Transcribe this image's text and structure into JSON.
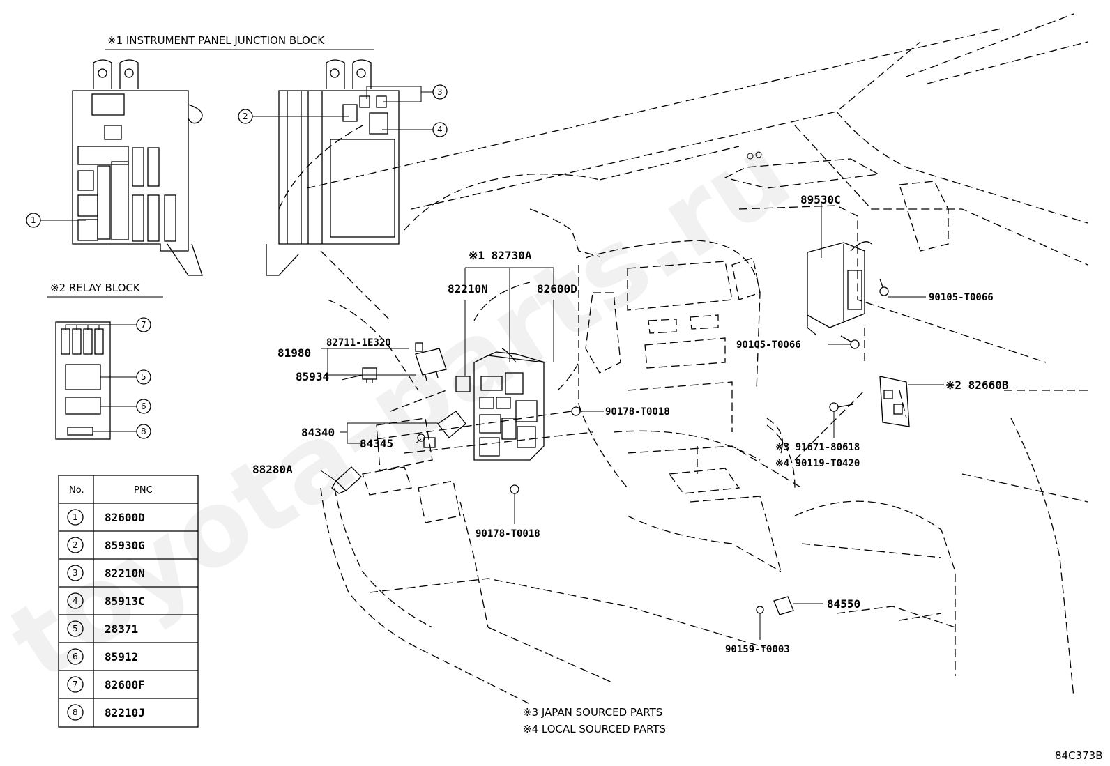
{
  "headers": {
    "junction_block": "※1 INSTRUMENT PANEL JUNCTION BLOCK",
    "relay_block": "※2 RELAY BLOCK"
  },
  "callouts": [
    "1",
    "2",
    "3",
    "4",
    "5",
    "6",
    "7",
    "8"
  ],
  "labels": {
    "p82730a": "※1 82730A",
    "p82210n": "82210N",
    "p82600d": "82600D",
    "p82711": "82711-1E320",
    "p81980": "81980",
    "p85934": "85934",
    "p84340": "84340",
    "p84345": "84345",
    "p88280a": "88280A",
    "p90178a": "90178-T0018",
    "p90178b": "90178-T0018",
    "p89530c": "89530C",
    "p90105a": "90105-T0066",
    "p90105b": "90105-T0066",
    "p82660b": "※2 82660B",
    "p91671": "※3 91671-80618",
    "p90119": "※4 90119-T0420",
    "p84550": "84550",
    "p90159": "90159-T0003"
  },
  "table": {
    "col_no": "No.",
    "col_pnc": "PNC",
    "rows": [
      {
        "no": "1",
        "pnc": "82600D"
      },
      {
        "no": "2",
        "pnc": "85930G"
      },
      {
        "no": "3",
        "pnc": "82210N"
      },
      {
        "no": "4",
        "pnc": "85913C"
      },
      {
        "no": "5",
        "pnc": "28371"
      },
      {
        "no": "6",
        "pnc": "85912"
      },
      {
        "no": "7",
        "pnc": "82600F"
      },
      {
        "no": "8",
        "pnc": "82210J"
      }
    ]
  },
  "notes": {
    "japan": "※3 JAPAN SOURCED PARTS",
    "local": "※4 LOCAL SOURCED PARTS"
  },
  "figure_id": "84C373B",
  "watermark": "toyota-parts.ru"
}
